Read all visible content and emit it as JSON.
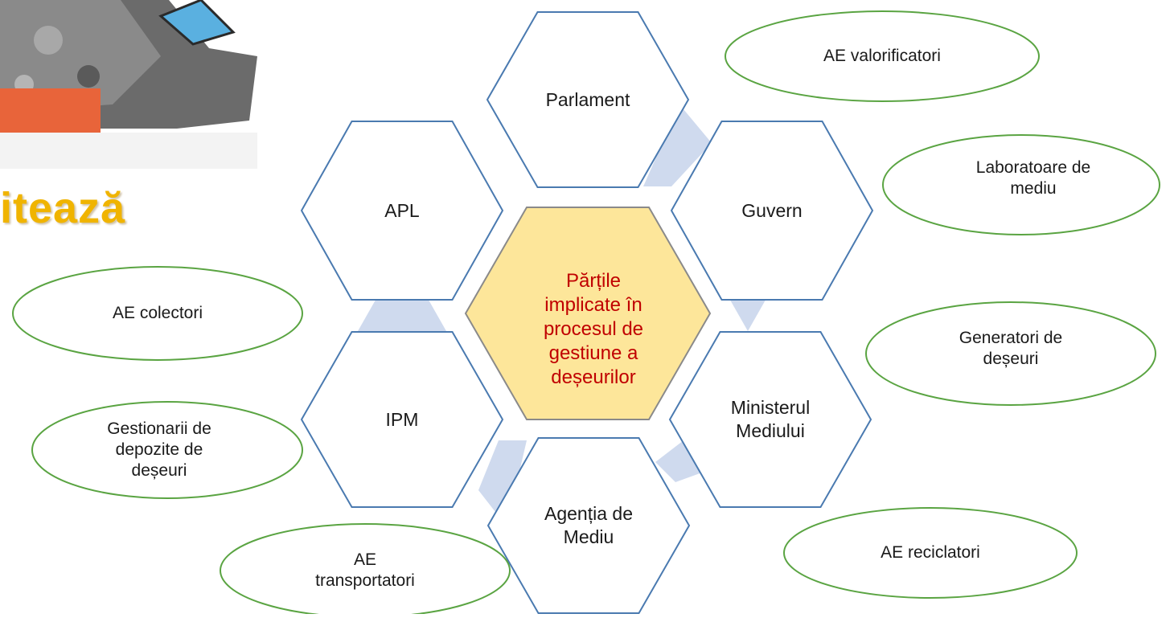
{
  "title_fragment": "itează",
  "colors": {
    "hex_stroke": "#4a7ab0",
    "center_fill": "#fde69a",
    "center_stroke": "#8a8a8a",
    "connector_fill": "#cfdaee",
    "oval_stroke": "#5aa442",
    "center_text": "#c00000",
    "title_color": "#f0b400"
  },
  "center": {
    "label": "Părțile\nimplicate în\nprocesul de\ngestiune a\ndeșeurilor"
  },
  "hexagons": [
    {
      "label": "Parlament"
    },
    {
      "label": "Guvern"
    },
    {
      "label": "Ministerul\nMediului"
    },
    {
      "label": "Agenția de\nMediu"
    },
    {
      "label": "IPM"
    },
    {
      "label": "APL"
    }
  ],
  "ovals": [
    {
      "label": "AE valorificatori"
    },
    {
      "label": "Laboratoare de\nmediu"
    },
    {
      "label": "Generatori de\ndeșeuri"
    },
    {
      "label": "AE reciclatori"
    },
    {
      "label": "AE colectori"
    },
    {
      "label": "Gestionarii de\ndepozite de\ndeșeuri"
    },
    {
      "label": "AE\ntransportatori"
    }
  ]
}
